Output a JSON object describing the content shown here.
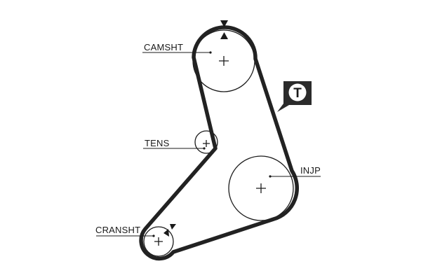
{
  "diagram": {
    "labels": {
      "camshaft": "CAMSHT",
      "tensioner": "TENS",
      "injection_pump": "INJP",
      "crankshaft": "CRANSHT"
    },
    "badge": {
      "letter": "T",
      "icon": "tensioner-badge-icon"
    },
    "colors": {
      "belt": "#222222",
      "ink": "#1a1a1a",
      "badge_fill": "#2b2b2b",
      "background": "#ffffff"
    }
  }
}
